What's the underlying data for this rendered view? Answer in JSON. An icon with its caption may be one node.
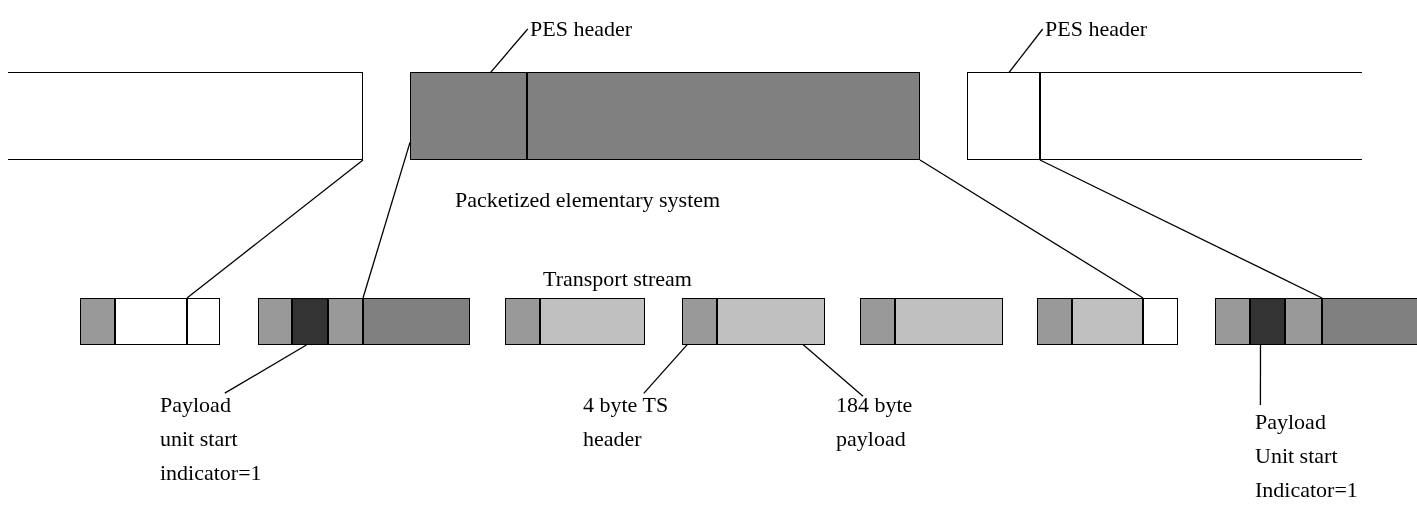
{
  "diagram": {
    "nodes": [
      {
        "text": [
          "PES header"
        ]
      },
      {
        "text": [
          "PES header"
        ]
      },
      {
        "text": [],
        "shape": "box"
      },
      {
        "text": [],
        "shape": "box"
      },
      {
        "text": [],
        "shape": "box"
      },
      {
        "text": [],
        "shape": "box"
      },
      {
        "text": [],
        "shape": "box"
      },
      {
        "text": [],
        "shape": "box"
      },
      {
        "text": [],
        "shape": "box"
      },
      {
        "text": [],
        "shape": "box"
      },
      {
        "text": [],
        "shape": "box"
      },
      {
        "text": [],
        "shape": "box"
      },
      {
        "text": [],
        "shape": "box"
      },
      {
        "text": [],
        "shape": "box"
      },
      {
        "text": [],
        "shape": "box"
      },
      {
        "text": [],
        "shape": "box"
      },
      {
        "text": [],
        "shape": "box"
      },
      {
        "text": [],
        "shape": "box"
      },
      {
        "text": [],
        "shape": "box"
      },
      {
        "text": [],
        "shape": "box"
      },
      {
        "text": [],
        "shape": "box"
      },
      {
        "text": [],
        "shape": "box"
      },
      {
        "text": [],
        "shape": "box"
      },
      {
        "text": [],
        "shape": "box"
      },
      {
        "text": [],
        "shape": "box"
      },
      {
        "text": [],
        "shape": "box"
      },
      {
        "text": [],
        "shape": "box"
      },
      {
        "text": [
          "Payload unit start indicator=1"
        ]
      },
      {
        "text": [
          "4 byte TS header"
        ]
      },
      {
        "text": [
          "184 byte payload"
        ]
      },
      {
        "text": [
          "Payload Unit start Indicator=1"
        ]
      }
    ],
    "edges": [
      {
        "from": 0,
        "to": 3,
        "arrow": "none"
      },
      {
        "from": 1,
        "to": 5,
        "arrow": "none"
      },
      {
        "from": 2,
        "to": 8,
        "arrow": "none"
      },
      {
        "from": 3,
        "to": 13,
        "arrow": "none"
      },
      {
        "from": 4,
        "to": 21,
        "arrow": "none"
      },
      {
        "from": 6,
        "to": 26,
        "arrow": "none"
      },
      {
        "from": 27,
        "to": 11,
        "arrow": "none"
      },
      {
        "from": 28,
        "to": 16,
        "arrow": "none"
      },
      {
        "from": 29,
        "to": 17,
        "arrow": "none"
      },
      {
        "from": 30,
        "to": 24,
        "arrow": "none"
      }
    ],
    "labels": [
      "Packetized elementary system",
      "Transport stream"
    ]
  }
}
